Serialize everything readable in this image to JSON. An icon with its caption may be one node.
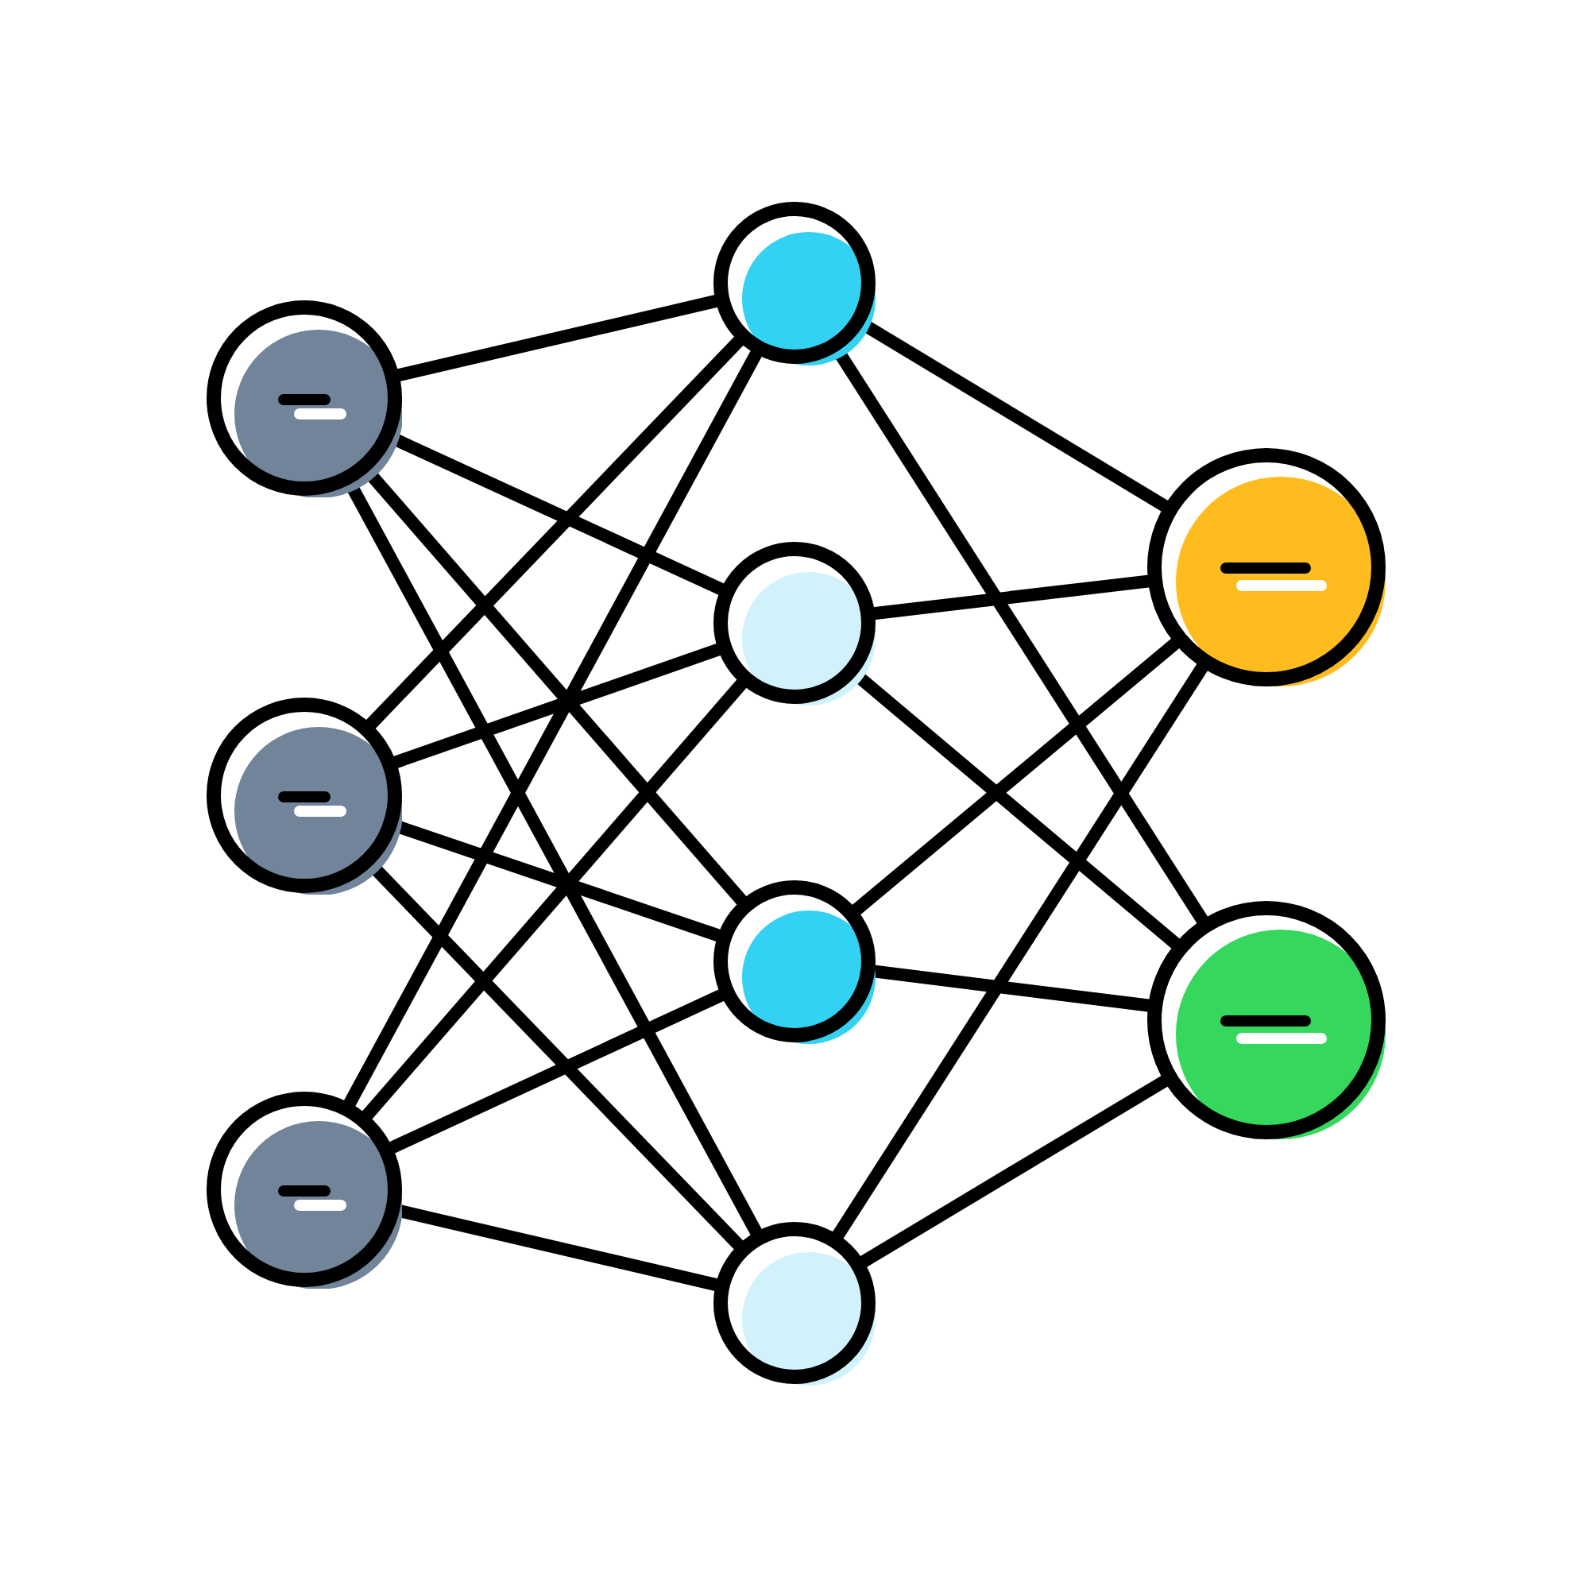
{
  "diagram": {
    "nodes": [
      {
        "text": [],
        "shape": "circle"
      },
      {
        "text": [],
        "shape": "circle"
      },
      {
        "text": [],
        "shape": "circle"
      },
      {
        "text": [],
        "shape": "circle"
      },
      {
        "text": [],
        "shape": "circle"
      },
      {
        "text": [],
        "shape": "circle"
      },
      {
        "text": [],
        "shape": "circle"
      },
      {
        "text": [],
        "shape": "circle"
      },
      {
        "text": [],
        "shape": "circle"
      }
    ],
    "edges": [
      {
        "from": 0,
        "to": 3,
        "arrow": "none"
      },
      {
        "from": 0,
        "to": 4,
        "arrow": "none"
      },
      {
        "from": 0,
        "to": 5,
        "arrow": "none"
      },
      {
        "from": 0,
        "to": 6,
        "arrow": "none"
      },
      {
        "from": 1,
        "to": 3,
        "arrow": "none"
      },
      {
        "from": 1,
        "to": 4,
        "arrow": "none"
      },
      {
        "from": 1,
        "to": 5,
        "arrow": "none"
      },
      {
        "from": 1,
        "to": 6,
        "arrow": "none"
      },
      {
        "from": 2,
        "to": 3,
        "arrow": "none"
      },
      {
        "from": 2,
        "to": 4,
        "arrow": "none"
      },
      {
        "from": 2,
        "to": 5,
        "arrow": "none"
      },
      {
        "from": 2,
        "to": 6,
        "arrow": "none"
      },
      {
        "from": 3,
        "to": 7,
        "arrow": "none"
      },
      {
        "from": 3,
        "to": 8,
        "arrow": "none"
      },
      {
        "from": 4,
        "to": 7,
        "arrow": "none"
      },
      {
        "from": 4,
        "to": 8,
        "arrow": "none"
      },
      {
        "from": 5,
        "to": 7,
        "arrow": "none"
      },
      {
        "from": 5,
        "to": 8,
        "arrow": "none"
      },
      {
        "from": 6,
        "to": 7,
        "arrow": "none"
      },
      {
        "from": 6,
        "to": 8,
        "arrow": "none"
      }
    ]
  }
}
